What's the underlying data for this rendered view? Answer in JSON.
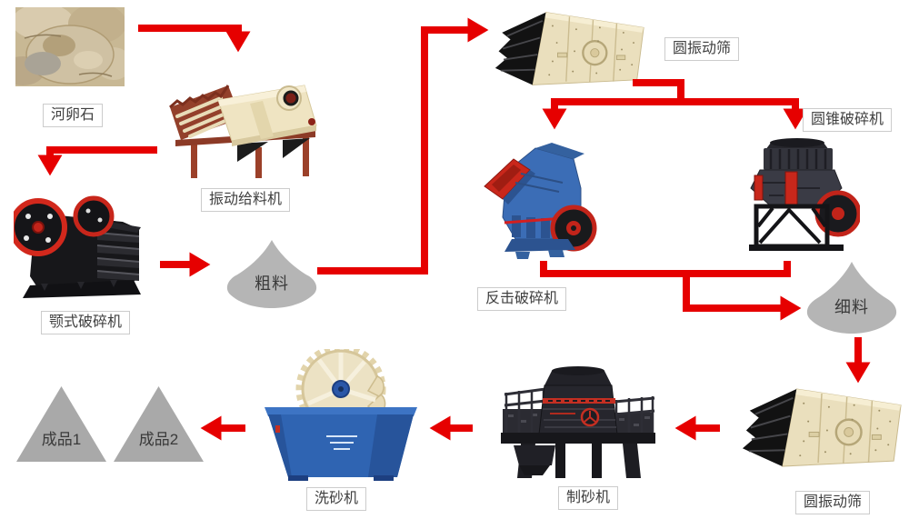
{
  "diagram_type": "process-flow",
  "nodes": {
    "raw_material": {
      "label": "河卵石",
      "kind": "material-photo"
    },
    "vibrating_feeder": {
      "label": "振动给料机",
      "kind": "machine"
    },
    "jaw_crusher": {
      "label": "颚式破碎机",
      "kind": "machine"
    },
    "coarse_pile": {
      "label": "粗料",
      "kind": "material-pile"
    },
    "top_screen": {
      "label": "圆振动筛",
      "kind": "machine"
    },
    "impact_crusher": {
      "label": "反击破碎机",
      "kind": "machine"
    },
    "cone_crusher": {
      "label": "圆锥破碎机",
      "kind": "machine"
    },
    "fine_pile": {
      "label": "细料",
      "kind": "material-pile"
    },
    "bottom_screen": {
      "label": "圆振动筛",
      "kind": "machine"
    },
    "sand_maker": {
      "label": "制砂机",
      "kind": "machine"
    },
    "sand_washer": {
      "label": "洗砂机",
      "kind": "machine"
    },
    "product_1": {
      "label": "成品1",
      "kind": "product"
    },
    "product_2": {
      "label": "成品2",
      "kind": "product"
    }
  },
  "edges": [
    {
      "from": "raw_material",
      "to": "vibrating_feeder"
    },
    {
      "from": "vibrating_feeder",
      "to": "jaw_crusher"
    },
    {
      "from": "jaw_crusher",
      "to": "coarse_pile"
    },
    {
      "from": "coarse_pile",
      "to": "top_screen"
    },
    {
      "from": "top_screen",
      "to": "impact_crusher"
    },
    {
      "from": "top_screen",
      "to": "cone_crusher"
    },
    {
      "from": "impact_crusher",
      "to": "fine_pile"
    },
    {
      "from": "cone_crusher",
      "to": "fine_pile"
    },
    {
      "from": "fine_pile",
      "to": "bottom_screen"
    },
    {
      "from": "bottom_screen",
      "to": "sand_maker"
    },
    {
      "from": "sand_maker",
      "to": "sand_washer"
    },
    {
      "from": "sand_washer",
      "to": "product_2"
    }
  ],
  "colors": {
    "arrow_red": "#e60000",
    "pile_gray": "#b5b5b5",
    "product_gray": "#a9a9a9",
    "label_border": "#cccccc",
    "label_text": "#3f3f3f",
    "screen_beige": "#eadFBD",
    "impact_blue": "#3b6db6",
    "washer_blue": "#2f64b2"
  }
}
